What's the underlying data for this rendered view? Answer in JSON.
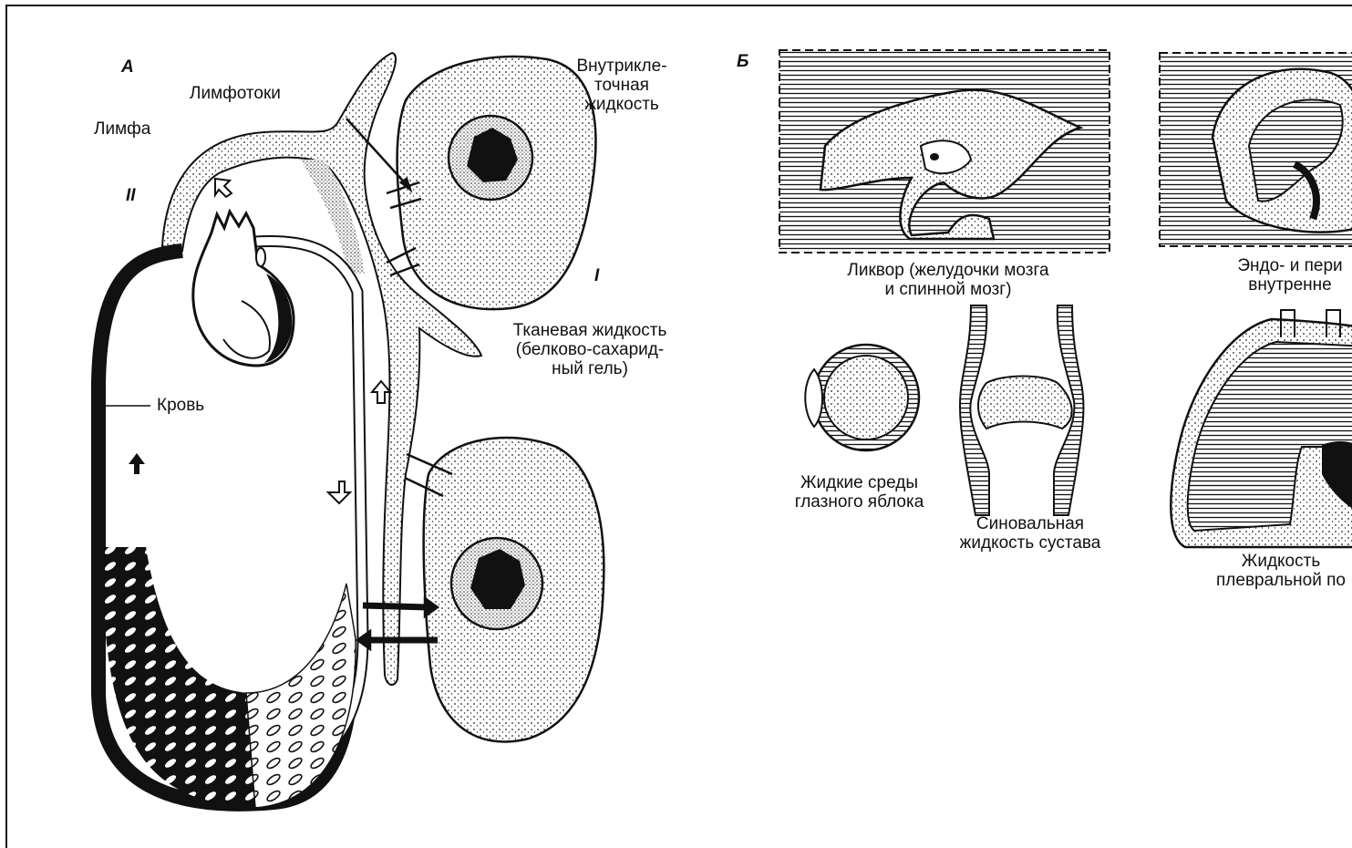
{
  "panel_a": {
    "marker": "А",
    "roman_one": "I",
    "roman_two": "II",
    "labels": {
      "lymph_ducts": "Лимфотоки",
      "lymph": "Лимфа",
      "intracellular": [
        "Внутрикле-",
        "точная",
        "жидкость"
      ],
      "tissue": [
        "Тканевая жидкость",
        "(белково-сахарид-",
        "ный гель)"
      ],
      "blood": "Кровь"
    }
  },
  "panel_b": {
    "marker": "Б",
    "labels": {
      "liquor": [
        "Ликвор (желудочки мозга",
        "и спинной мозг)"
      ],
      "endo": [
        "Эндо- и пери",
        "внутренне"
      ],
      "eye": [
        "Жидкие среды",
        "глазного яблока"
      ],
      "synovial": [
        "Синовальная",
        "жидкость сустава"
      ],
      "pleural": [
        "Жидкость",
        "плевральной по"
      ]
    }
  },
  "colors": {
    "ink": "#111111",
    "paper": "#ffffff"
  }
}
